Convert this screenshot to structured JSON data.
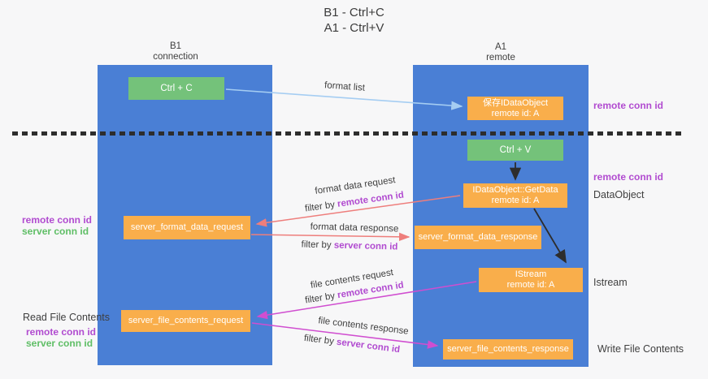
{
  "title": {
    "line1": "B1 - Ctrl+C",
    "line2": "A1 - Ctrl+V"
  },
  "lanes": {
    "left": {
      "header_line1": "B1",
      "header_line2": "connection"
    },
    "right": {
      "header_line1": "A1",
      "header_line2": "remote"
    }
  },
  "boxes": {
    "ctrl_c": "Ctrl + C",
    "ctrl_v": "Ctrl + V",
    "save_dataobject": {
      "line1": "保存IDataObject",
      "line2": "remote id: A"
    },
    "getdata": {
      "line1": "IDataObject::GetData",
      "line2": "remote id: A"
    },
    "istream": {
      "line1": "IStream",
      "line2": "remote id: A"
    },
    "server_format_data_request": "server_format_data_request",
    "server_format_data_response": "server_format_data_response",
    "server_file_contents_request": "server_file_contents_request",
    "server_file_contents_response": "server_file_contents_response"
  },
  "flows": {
    "format_list": {
      "label": "format list"
    },
    "format_data_request": {
      "label": "format data request",
      "filter_prefix": "filter by ",
      "filter_key": "remote conn id"
    },
    "format_data_response": {
      "label": "format data response",
      "filter_prefix": "filter by ",
      "filter_key": "server conn id"
    },
    "file_contents_request": {
      "label": "file contents request",
      "filter_prefix": "filter by ",
      "filter_key": "remote conn id"
    },
    "file_contents_response": {
      "label": "file contents response",
      "filter_prefix": "filter by ",
      "filter_key": "server conn id"
    }
  },
  "side_labels": {
    "right_remote_conn_id_top": "remote conn id",
    "right_remote_conn_id_mid": "remote conn id",
    "right_dataobject": "DataObject",
    "right_istream": "Istream",
    "right_write_file_contents": "Write File Contents",
    "left_remote_conn_id_top": "remote conn id",
    "left_server_conn_id_top": "server conn id",
    "left_read_file_contents": "Read File Contents",
    "left_remote_conn_id_bottom": "remote conn id",
    "left_server_conn_id_bottom": "server conn id"
  },
  "colors": {
    "lane_blue": "#4a7fd5",
    "node_orange": "#f9ae4b",
    "node_green": "#74c27a",
    "arrow_light_blue": "#a5cdf2",
    "arrow_salmon": "#ee7e7c",
    "arrow_magenta": "#d04ed0",
    "arrow_black": "#2d2d2d",
    "text_purple": "#b14bd0",
    "text_green": "#5fbe66",
    "background": "#f7f7f8"
  }
}
